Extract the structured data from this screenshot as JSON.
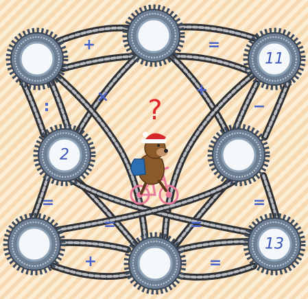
{
  "puzzle": {
    "gears": [
      {
        "id": "top-left",
        "value": ""
      },
      {
        "id": "top-center",
        "value": ""
      },
      {
        "id": "top-right",
        "value": "11"
      },
      {
        "id": "middle-left",
        "value": "2"
      },
      {
        "id": "middle-right",
        "value": ""
      },
      {
        "id": "bottom-left",
        "value": ""
      },
      {
        "id": "bottom-center",
        "value": ""
      },
      {
        "id": "bottom-right",
        "value": "13"
      }
    ],
    "operators": [
      {
        "id": "tl-tc",
        "symbol": "+"
      },
      {
        "id": "tc-tr",
        "symbol": "="
      },
      {
        "id": "tl-mr",
        "symbol": "×"
      },
      {
        "id": "tr-ml",
        "symbol": "+"
      },
      {
        "id": "tl-ml",
        "symbol": ":"
      },
      {
        "id": "tr-mr",
        "symbol": "−"
      },
      {
        "id": "ml-bl",
        "symbol": "="
      },
      {
        "id": "ml-br",
        "symbol": "="
      },
      {
        "id": "bl-tr",
        "symbol": "="
      },
      {
        "id": "mr-br",
        "symbol": "="
      },
      {
        "id": "bl-bc",
        "symbol": "+"
      },
      {
        "id": "bc-br",
        "symbol": "="
      }
    ],
    "question_mark": "?",
    "colors": {
      "gear": "#6f7f93",
      "face": "#f4f8fb",
      "digit": "#3955b8",
      "operator": "#4a63c9",
      "question": "#e0262b",
      "bicycle": "#e8799a"
    }
  }
}
